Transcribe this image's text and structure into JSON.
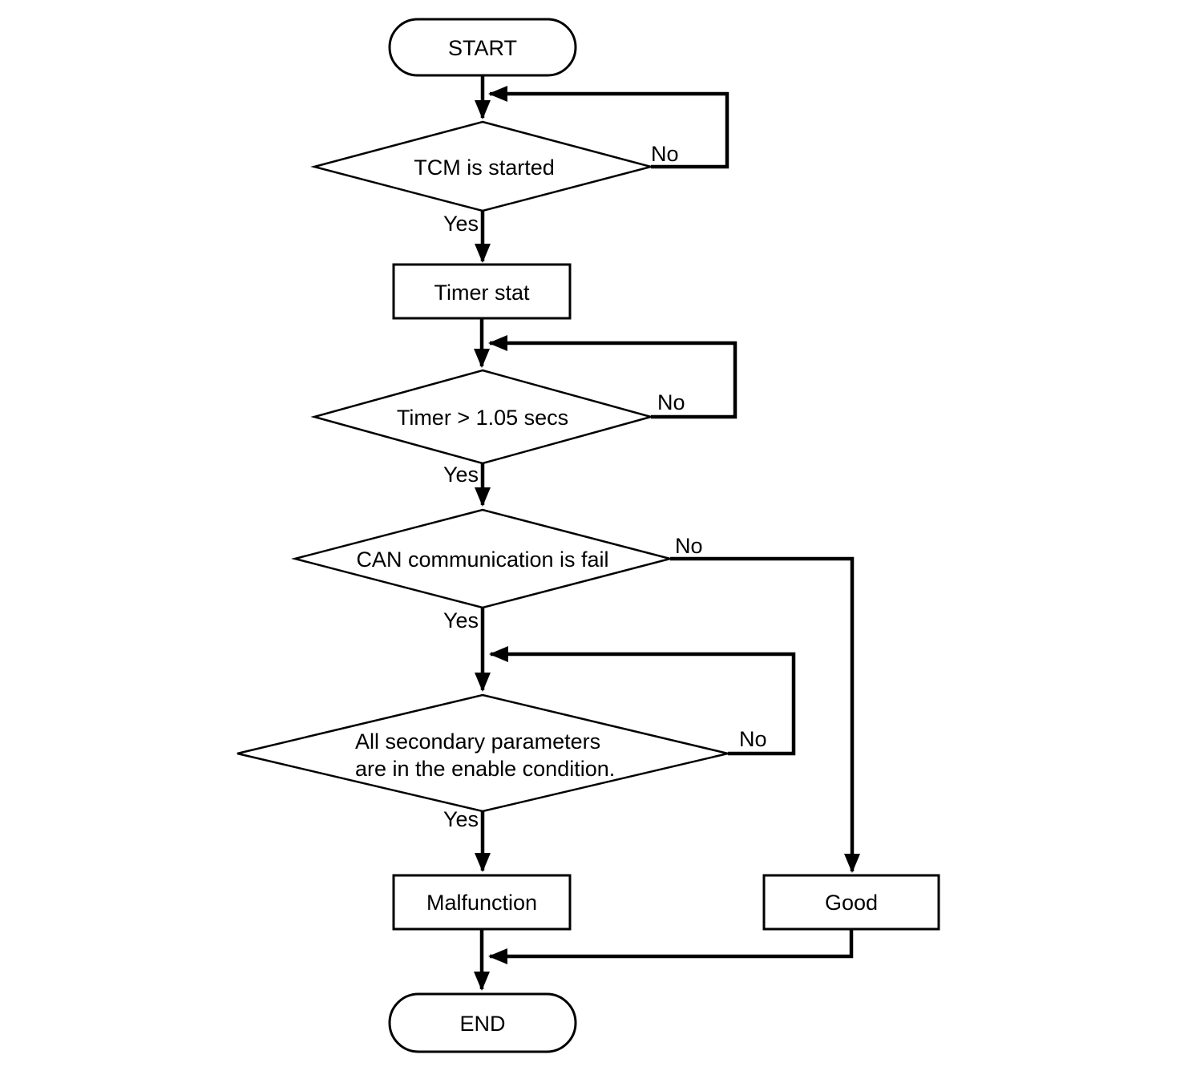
{
  "diagram": {
    "type": "flowchart",
    "colors": {
      "stroke": "#000000",
      "background": "#ffffff",
      "text": "#000000"
    },
    "nodes": {
      "start": {
        "shape": "terminator",
        "label": "START"
      },
      "tcm_started": {
        "shape": "decision",
        "label": "TCM is started"
      },
      "timer_stat": {
        "shape": "process",
        "label": "Timer stat"
      },
      "timer_threshold": {
        "shape": "decision",
        "label": "Timer > 1.05 secs"
      },
      "can_fail": {
        "shape": "decision",
        "label": "CAN communication is fail"
      },
      "secondary_params": {
        "shape": "decision",
        "label_line1": "All secondary parameters",
        "label_line2": "are in the enable condition."
      },
      "malfunction": {
        "shape": "process",
        "label": "Malfunction"
      },
      "good": {
        "shape": "process",
        "label": "Good"
      },
      "end": {
        "shape": "terminator",
        "label": "END"
      }
    },
    "edge_labels": {
      "tcm_no": "No",
      "tcm_yes": "Yes",
      "timer_no": "No",
      "timer_yes": "Yes",
      "can_no": "No",
      "can_yes": "Yes",
      "params_no": "No",
      "params_yes": "Yes"
    }
  }
}
